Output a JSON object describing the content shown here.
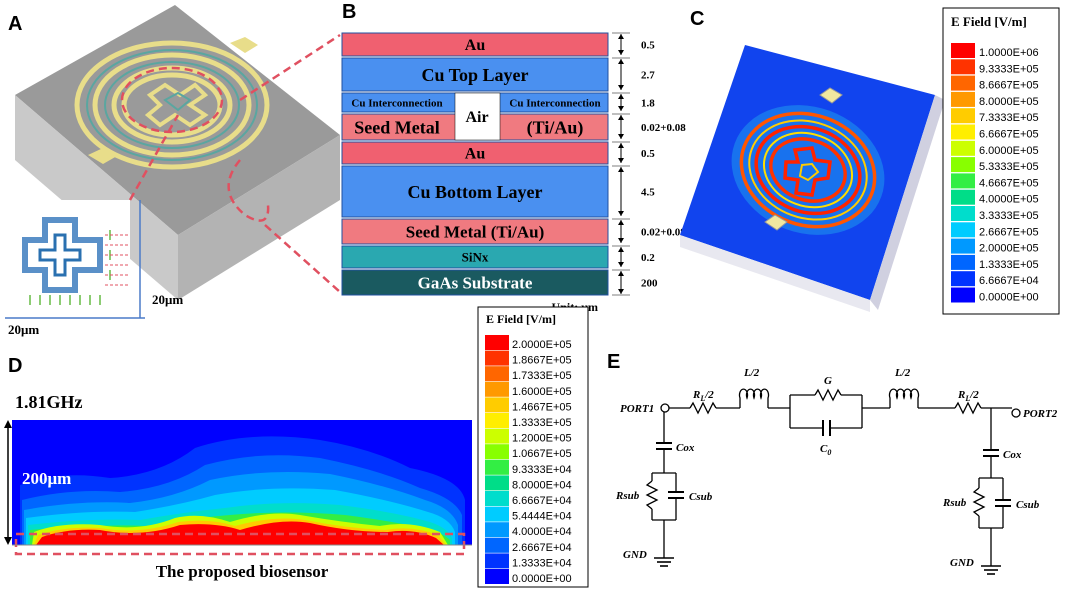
{
  "panels": {
    "a": "A",
    "b": "B",
    "c": "C",
    "d": "D",
    "e": "E"
  },
  "panel_a": {
    "scale_x": "20μm",
    "scale_y": "20μm"
  },
  "panel_b": {
    "layers": [
      {
        "label": "Au",
        "thickness": "0.5",
        "color": "#f06070"
      },
      {
        "label": "Cu Top Layer",
        "thickness": "2.7",
        "color": "#4a90f0"
      },
      {
        "label": "Cu Interconnection",
        "thickness": "1.8",
        "color": "#4a90f0"
      },
      {
        "label": "Seed Metal",
        "label2": "(Ti/Au)",
        "thickness": "0.02+0.08",
        "color": "#f07a80"
      },
      {
        "label": "Au",
        "thickness": "0.5",
        "color": "#f06070"
      },
      {
        "label": "Cu Bottom Layer",
        "thickness": "4.5",
        "color": "#4a90f0"
      },
      {
        "label": "Seed Metal (Ti/Au)",
        "thickness": "0.02+0.08",
        "color": "#f07a80"
      },
      {
        "label": "SiNx",
        "thickness": "0.2",
        "color": "#2aa8b0"
      },
      {
        "label": "GaAs Substrate",
        "thickness": "200",
        "color": "#1a5a60"
      }
    ],
    "interconnect_right": "Cu Interconnection",
    "air": "Air",
    "unit": "Unit: μm"
  },
  "legend_c": {
    "title": "E Field [V/m]",
    "values": [
      "1.0000E+06",
      "9.3333E+05",
      "8.6667E+05",
      "8.0000E+05",
      "7.3333E+05",
      "6.6667E+05",
      "6.0000E+05",
      "5.3333E+05",
      "4.6667E+05",
      "4.0000E+05",
      "3.3333E+05",
      "2.6667E+05",
      "2.0000E+05",
      "1.3333E+05",
      "6.6667E+04",
      "0.0000E+00"
    ]
  },
  "legend_d": {
    "title": "E Field [V/m]",
    "values": [
      "2.0000E+05",
      "1.8667E+05",
      "1.7333E+05",
      "1.6000E+05",
      "1.4667E+05",
      "1.3333E+05",
      "1.2000E+05",
      "1.0667E+05",
      "9.3333E+04",
      "8.0000E+04",
      "6.6667E+04",
      "5.4444E+04",
      "4.0000E+04",
      "2.6667E+04",
      "1.3333E+04",
      "0.0000E+00"
    ]
  },
  "legend_colors": [
    "#ff0000",
    "#ff3300",
    "#ff6600",
    "#ff9900",
    "#ffcc00",
    "#ffee00",
    "#ccff00",
    "#88ff00",
    "#33ee44",
    "#00dd88",
    "#00ddcc",
    "#00ccff",
    "#0099ff",
    "#0066ff",
    "#0033ff",
    "#0000ff"
  ],
  "panel_d": {
    "freq": "1.81GHz",
    "height": "200μm",
    "caption": "The proposed biosensor"
  },
  "panel_e": {
    "port1": "PORT1",
    "port2": "PORT2",
    "rl_left": "R",
    "rl_right": "R",
    "rl_sub": "L",
    "half": "/2",
    "l_left": "L/2",
    "l_right": "L/2",
    "g": "G",
    "c0": "C",
    "c0_sub": "0",
    "cox_left": "Cox",
    "cox_right": "Cox",
    "rsub_left": "Rsub",
    "rsub_right": "Rsub",
    "csub_left": "Csub",
    "csub_right": "Csub",
    "gnd_left": "GND",
    "gnd_right": "GND"
  }
}
